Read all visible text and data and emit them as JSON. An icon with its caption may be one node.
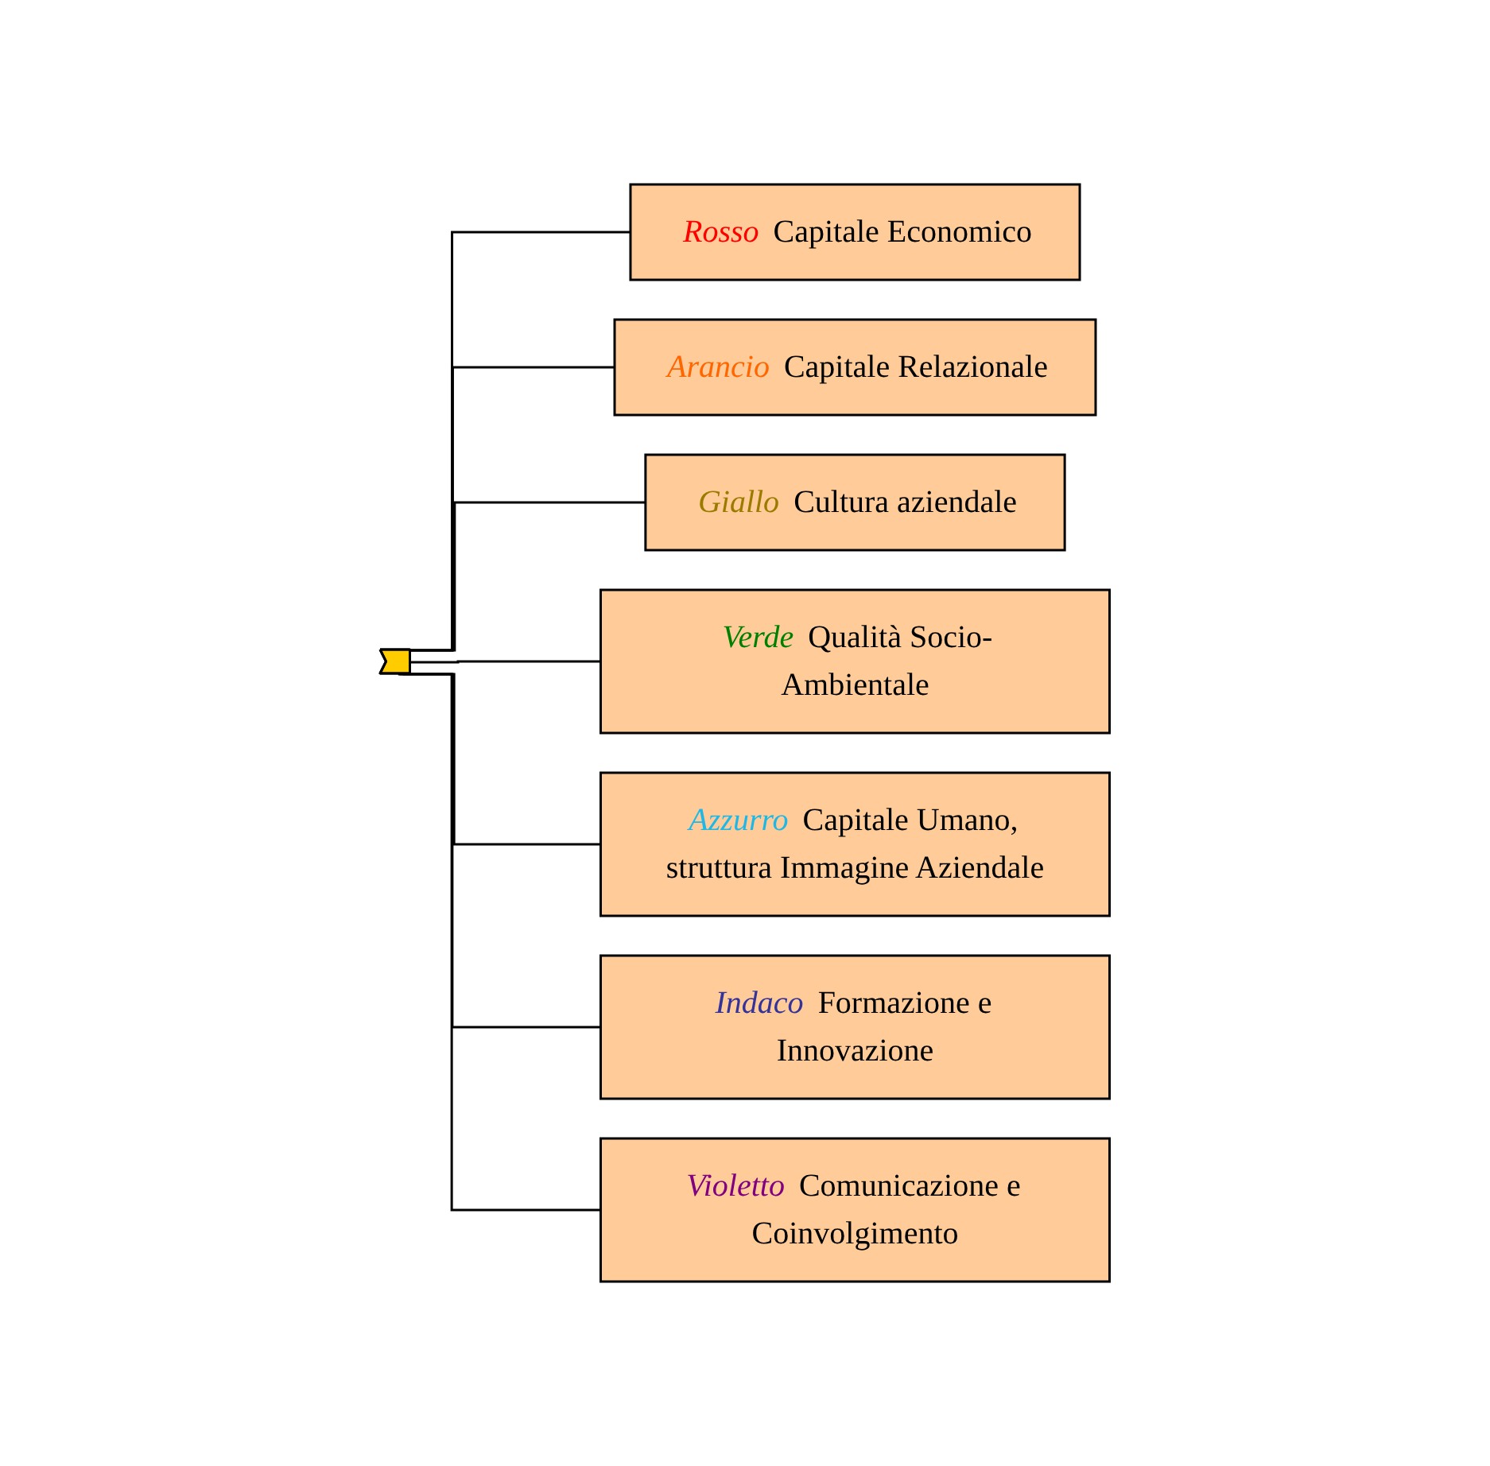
{
  "diagram": {
    "nodes": [
      {
        "text": [],
        "shape": "flag"
      },
      {
        "text": [
          "Rosso",
          "Capitale Economico"
        ]
      },
      {
        "text": [
          "Arancio",
          "Capitale Relazionale"
        ]
      },
      {
        "text": [
          "Giallo",
          "Cultura aziendale"
        ]
      },
      {
        "text": [
          "Verde",
          "Qualità Socio-Ambientale"
        ]
      },
      {
        "text": [
          "Azzurro",
          "Capitale Umano, struttura Immagine Aziendale"
        ]
      },
      {
        "text": [
          "Indaco",
          "Formazione e Innovazione"
        ]
      },
      {
        "text": [
          "Violetto",
          "Comunicazione e Coinvolgimento"
        ]
      }
    ],
    "edges": [
      {
        "from": 0,
        "to": 1,
        "arrow": "none"
      },
      {
        "from": 0,
        "to": 2,
        "arrow": "none"
      },
      {
        "from": 0,
        "to": 3,
        "arrow": "none"
      },
      {
        "from": 0,
        "to": 4,
        "arrow": "none"
      },
      {
        "from": 0,
        "to": 5,
        "arrow": "none"
      },
      {
        "from": 0,
        "to": 6,
        "arrow": "none"
      },
      {
        "from": 0,
        "to": 7,
        "arrow": "none"
      }
    ]
  }
}
